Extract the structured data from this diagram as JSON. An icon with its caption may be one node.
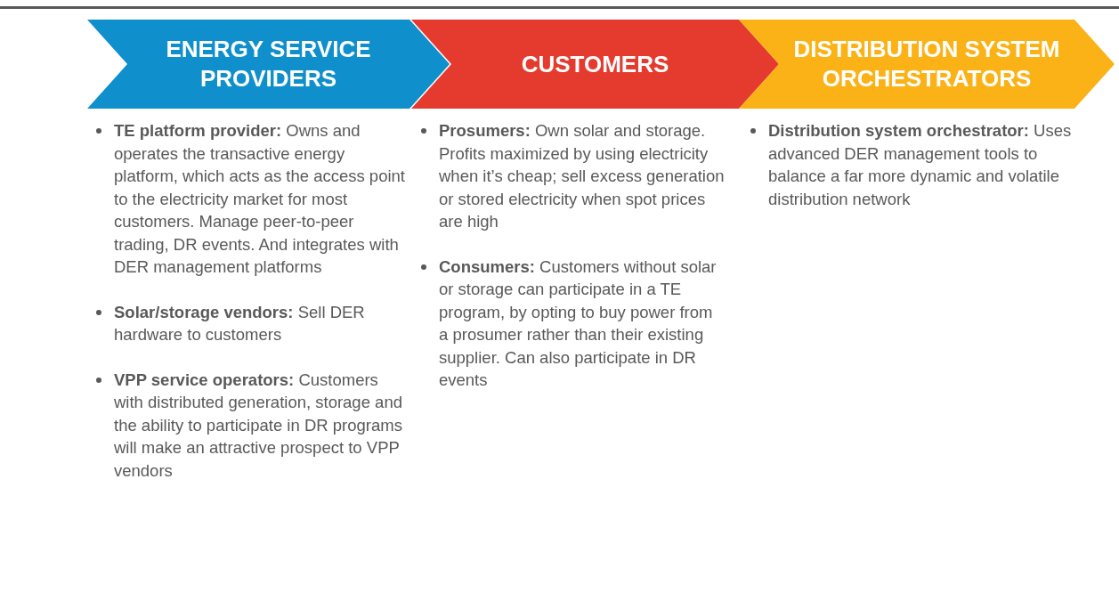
{
  "diagram": {
    "nodes": [
      {
        "text": [
          "ENERGY SERVICE PROVIDERS"
        ],
        "beside": [
          "**TE platform provider:** Owns and operates the transactive energy platform, which acts as the access point to the electricity market for most customers. Manage peer-to-peer trading, DR events. And integrates with DER management platforms",
          "**Solar/storage vendors:** Sell DER hardware to customers",
          "**VPP service operators:** Customers with distributed generation, storage and the ability to participate in DR programs will make an attractive prospect to VPP vendors"
        ]
      },
      {
        "text": [
          "CUSTOMERS"
        ],
        "beside": [
          "**Prosumers:** Own solar and storage. Profits maximized by using electricity when it’s cheap; sell excess generation or stored electricity when spot prices are high",
          "**Consumers:** Customers without solar or storage can participate in a TE program, by opting to buy power from a prosumer rather than their existing supplier. Can also participate in DR events"
        ]
      },
      {
        "text": [
          "DISTRIBUTION SYSTEM ORCHESTRATORS"
        ],
        "beside": [
          "**Distribution system orchestrator:** Uses advanced DER management tools to balance a far more dynamic and volatile distribution network"
        ]
      }
    ]
  }
}
